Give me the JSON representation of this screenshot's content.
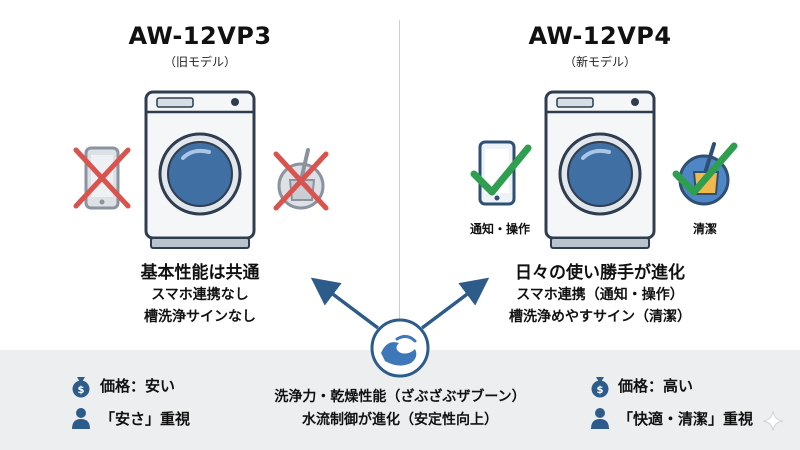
{
  "left": {
    "model": "AW-12VP3",
    "subtitle": "（旧モデル）",
    "summary_title": "基本性能は共通",
    "summary_lines": [
      "スマホ連携なし",
      "槽洗浄サインなし"
    ],
    "footer": {
      "price": "価格：安い",
      "focus": "「安さ」重視"
    }
  },
  "right": {
    "model": "AW-12VP4",
    "subtitle": "（新モデル）",
    "summary_title": "日々の使い勝手が進化",
    "summary_lines": [
      "スマホ連携（通知・操作）",
      "槽洗浄めやすサイン（清潔）"
    ],
    "feature_labels": {
      "phone": "通知・操作",
      "clean": "清潔"
    },
    "footer": {
      "price": "価格：高い",
      "focus": "「快適・清潔」重視"
    }
  },
  "center": {
    "lines": [
      "洗浄力・乾燥性能（ざぶざぶザブーン）",
      "水流制御が進化（安定性向上）"
    ]
  },
  "colors": {
    "accent": "#2e5c8a",
    "cross": "#d9534f",
    "check": "#2e9e4f",
    "band": "#eceef0"
  },
  "icons": [
    "phone-icon",
    "broom-icon",
    "cross-mark-icon",
    "check-mark-icon",
    "washer-icon",
    "wave-icon",
    "money-bag-icon",
    "person-icon",
    "arrow-icon",
    "sparkle-icon"
  ]
}
